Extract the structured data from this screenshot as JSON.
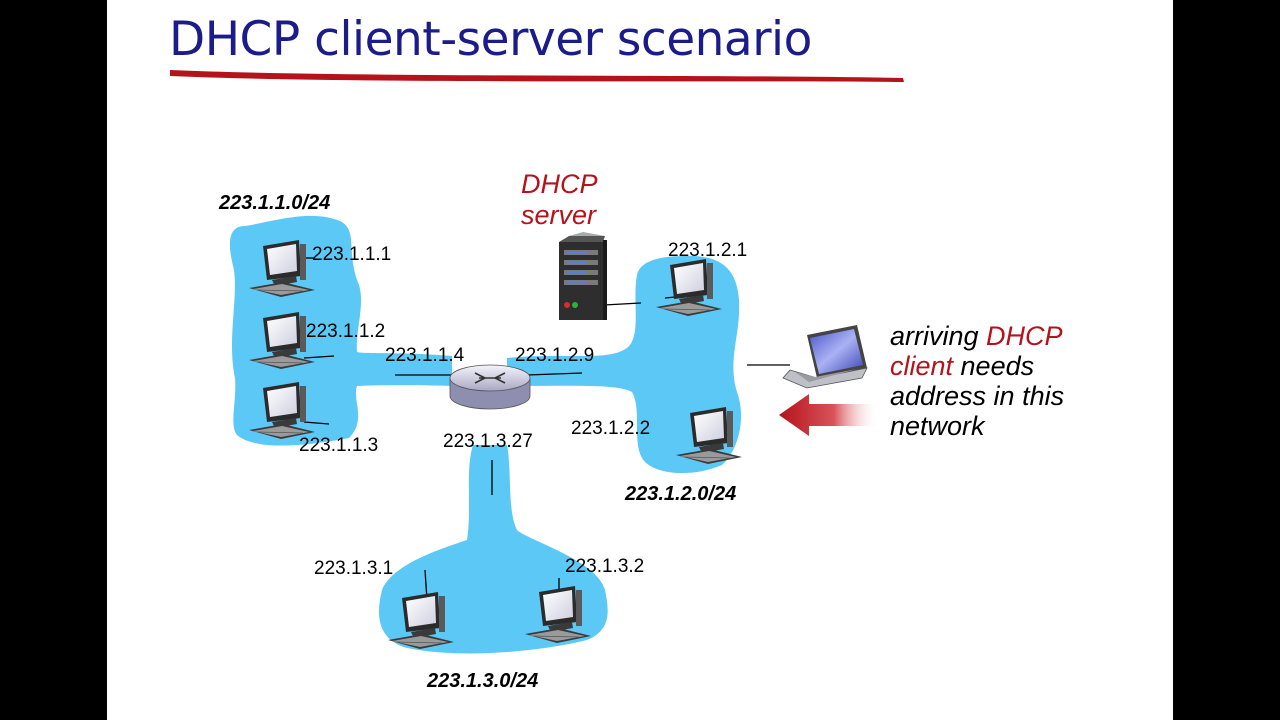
{
  "title": "DHCP client-server scenario",
  "colors": {
    "title": "#1b1b8a",
    "network_fill": "#5bc8f5",
    "highlight_red": "#b5121b",
    "title_underline": "#b5121b"
  },
  "subnets": [
    {
      "label": "223.1.1.0/24"
    },
    {
      "label": "223.1.2.0/24"
    },
    {
      "label": "223.1.3.0/24"
    }
  ],
  "hosts": {
    "h_1_1": "223.1.1.1",
    "h_1_2": "223.1.1.2",
    "h_1_3": "223.1.1.3",
    "h_2_1": "223.1.2.1",
    "h_2_2": "223.1.2.2",
    "h_3_1": "223.1.3.1",
    "h_3_2": "223.1.3.2"
  },
  "router_interfaces": {
    "if_1": "223.1.1.4",
    "if_2": "223.1.2.9",
    "if_3": "223.1.3.27"
  },
  "dhcp_server": {
    "line1": "DHCP",
    "line2": "server",
    "icon": "server-tower-icon"
  },
  "client_note": {
    "line1_a": "arriving ",
    "line1_b": "DHCP",
    "line2_a": "client",
    "line2_b": " needs",
    "line3": "address in this",
    "line4": "network"
  },
  "icons": [
    "desktop-computer-icon",
    "router-icon",
    "laptop-icon",
    "arrow-left-icon",
    "server-tower-icon"
  ]
}
